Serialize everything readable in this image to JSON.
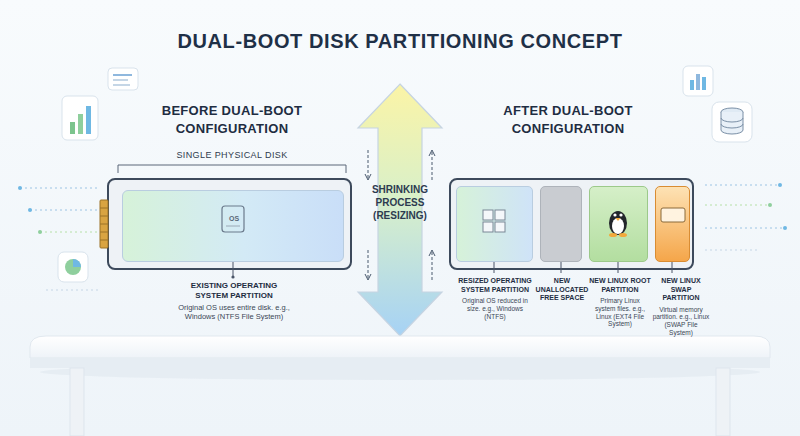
{
  "diagram": {
    "title": "DUAL-BOOT DISK PARTITIONING CONCEPT",
    "nodes": [
      {
        "text": [
          "BEFORE DUAL-BOOT CONFIGURATION",
          "SINGLE PHYSICAL DISK"
        ]
      },
      {
        "text": [
          "OS",
          "EXISTING OPERATING SYSTEM PARTITION",
          "Original OS uses entire disk. e.g., Windows (NTFS File System)"
        ],
        "in": 0
      },
      {
        "text": [
          "AFTER DUAL-BOOT CONFIGURATION"
        ]
      },
      {
        "text": [
          "RESIZED OPERATING SYSTEM PARTITION",
          "Original OS reduced in size. e.g., Windows (NTFS)"
        ],
        "in": 2
      },
      {
        "text": [
          "NEW UNALLOCATED FREE SPACE"
        ],
        "in": 2
      },
      {
        "text": [
          "NEW LINUX ROOT PARTITION",
          "Primary Linux system files. e.g., Linux (EXT4 File System)"
        ],
        "in": 2
      },
      {
        "text": [
          "SWAP",
          "NEW LINUX SWAP PARTITION",
          "Virtual memory partition. e.g., Linux (SWAP File System)"
        ],
        "in": 2
      }
    ],
    "labels": [
      "SHRINKING PROCESS (RESIZING)"
    ]
  }
}
